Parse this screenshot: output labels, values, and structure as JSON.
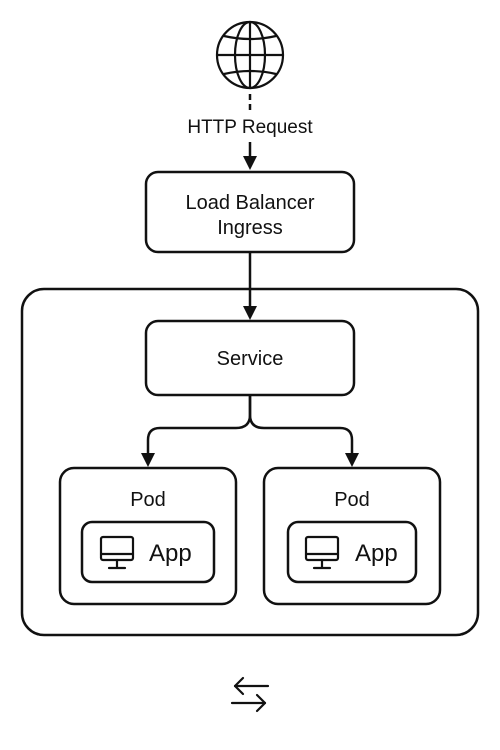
{
  "diagram": {
    "nodes": {
      "internet": {
        "icon": "globe-icon"
      },
      "request": {
        "label": "HTTP Request"
      },
      "ingress": {
        "line1": "Load Balancer",
        "line2": "Ingress"
      },
      "service": {
        "label": "Service"
      },
      "pod_left": {
        "label": "Pod",
        "app": "App",
        "icon": "monitor-icon"
      },
      "pod_right": {
        "label": "Pod",
        "app": "App",
        "icon": "monitor-icon"
      }
    },
    "edges": [
      {
        "from": "internet",
        "to": "request",
        "style": "dashed"
      },
      {
        "from": "request",
        "to": "ingress"
      },
      {
        "from": "ingress",
        "to": "service"
      },
      {
        "from": "service",
        "to": "pod_left"
      },
      {
        "from": "service",
        "to": "pod_right"
      }
    ],
    "footer_icon": "swap-arrows-icon"
  }
}
